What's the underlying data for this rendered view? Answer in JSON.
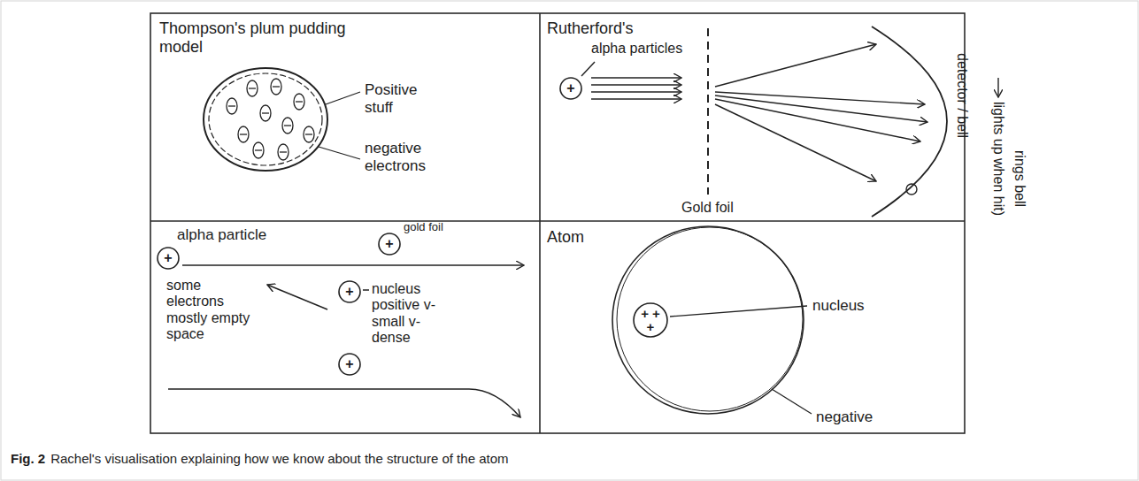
{
  "diagram": {
    "caption": "Rachel's visualisation explaining how we know about the structure of the atom",
    "nodes": [
      {
        "text": [
          "+"
        ]
      },
      {
        "text": [
          "+"
        ]
      },
      {
        "text": [
          "+"
        ]
      },
      {
        "text": [
          "+"
        ]
      },
      {
        "text": [
          "+"
        ]
      },
      {
        "text": [
          "+ + +"
        ]
      }
    ],
    "labels": [
      "Thompson's plum pudding model",
      "Positive stuff",
      "negative electrons",
      "Rutherford's",
      "alpha particles",
      "Gold foil",
      "detector / bell",
      "lights up when hit)",
      "rings bell",
      "alpha particle",
      "gold foil",
      "some electrons mostly empty space",
      "nucleus positive v-small v-dense",
      "Atom",
      "nucleus",
      "negative",
      "Fig. 2"
    ]
  }
}
